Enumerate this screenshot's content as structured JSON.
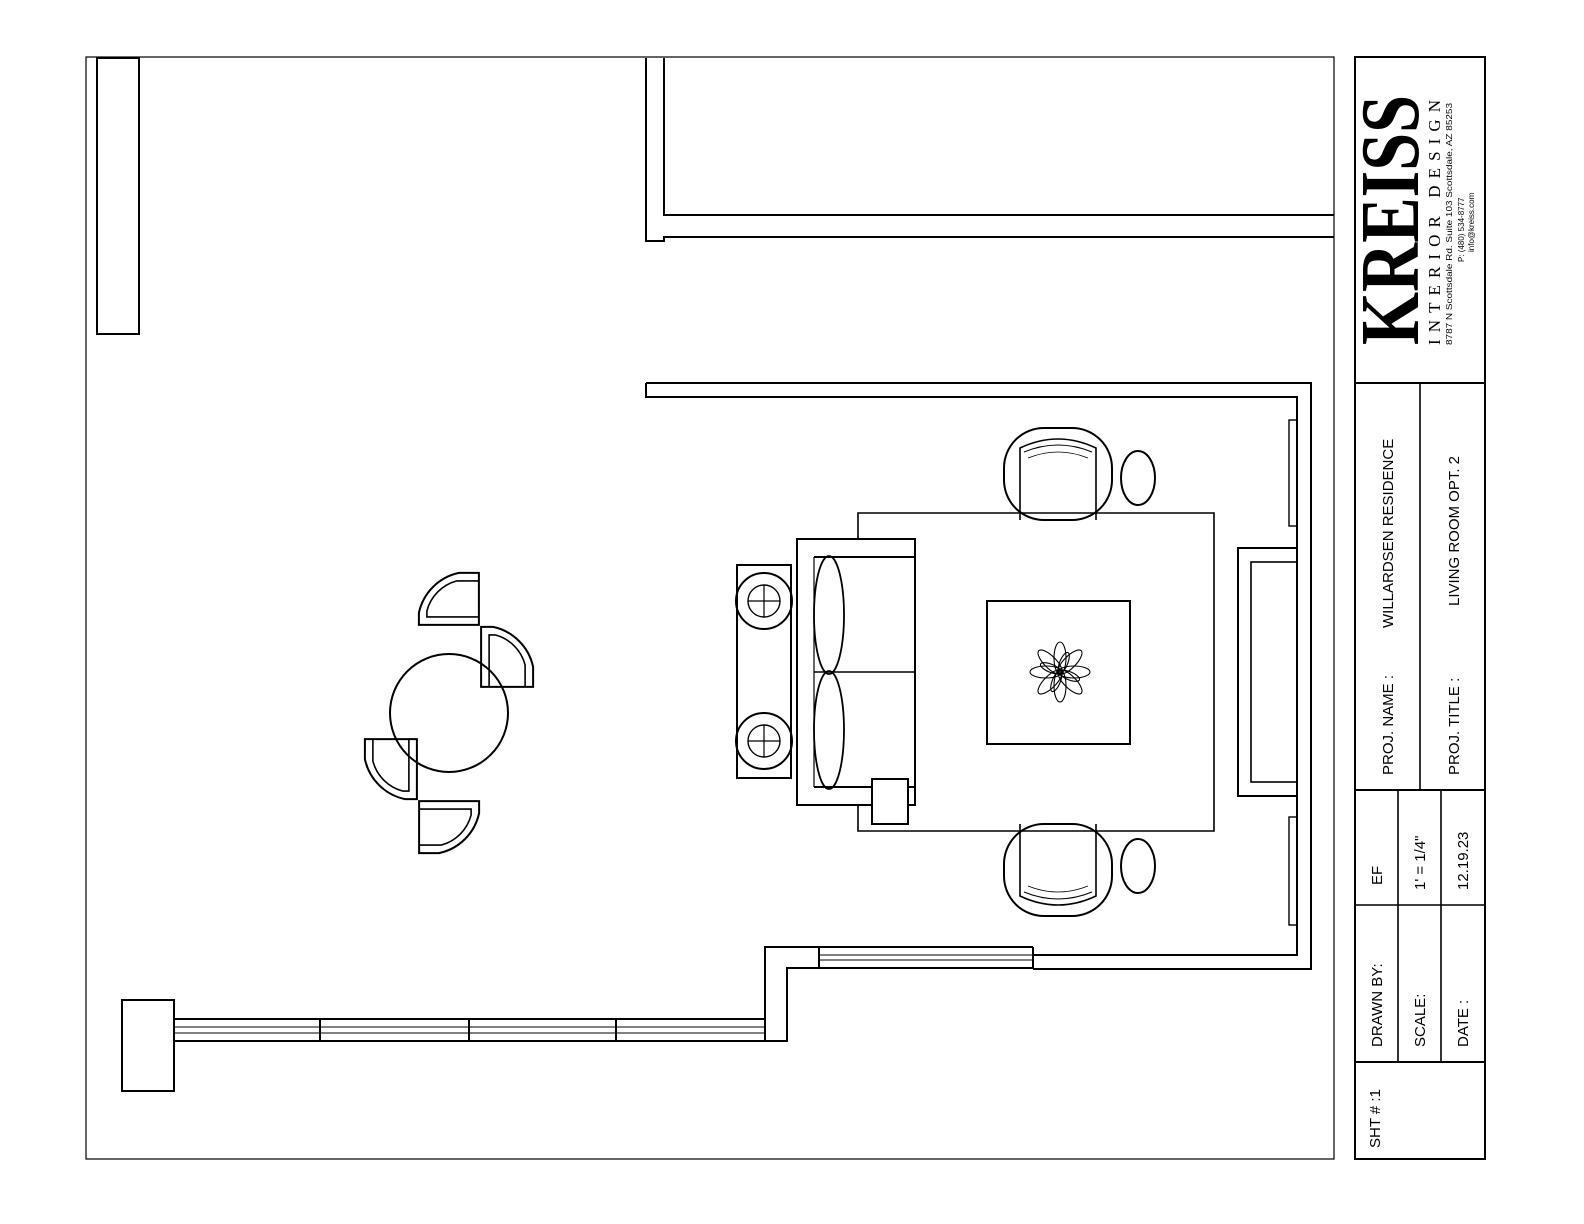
{
  "title_block": {
    "firm": {
      "name": "KREISS",
      "tagline": "INTERIOR DESIGN",
      "address": "8787 N Scottsdale Rd. Suite 103 Scottsdale, AZ 85253",
      "phone": "P: (480) 534-8777",
      "email": "info@kreiss.com"
    },
    "project_name_label": "PROJ. NAME :",
    "project_name": "WILLARDSEN RESIDENCE",
    "project_title_label": "PROJ. TITLE :",
    "project_title": "LIVING ROOM OPT. 2",
    "drawn_by_label": "DRAWN BY:",
    "drawn_by": "EF",
    "scale_label": "SCALE:",
    "scale": "1' = 1/4\"",
    "date_label": "DATE :",
    "date": "12.19.23",
    "sheet_label": "SHT # :1"
  },
  "colors": {
    "line": "#000000",
    "background": "#ffffff"
  }
}
